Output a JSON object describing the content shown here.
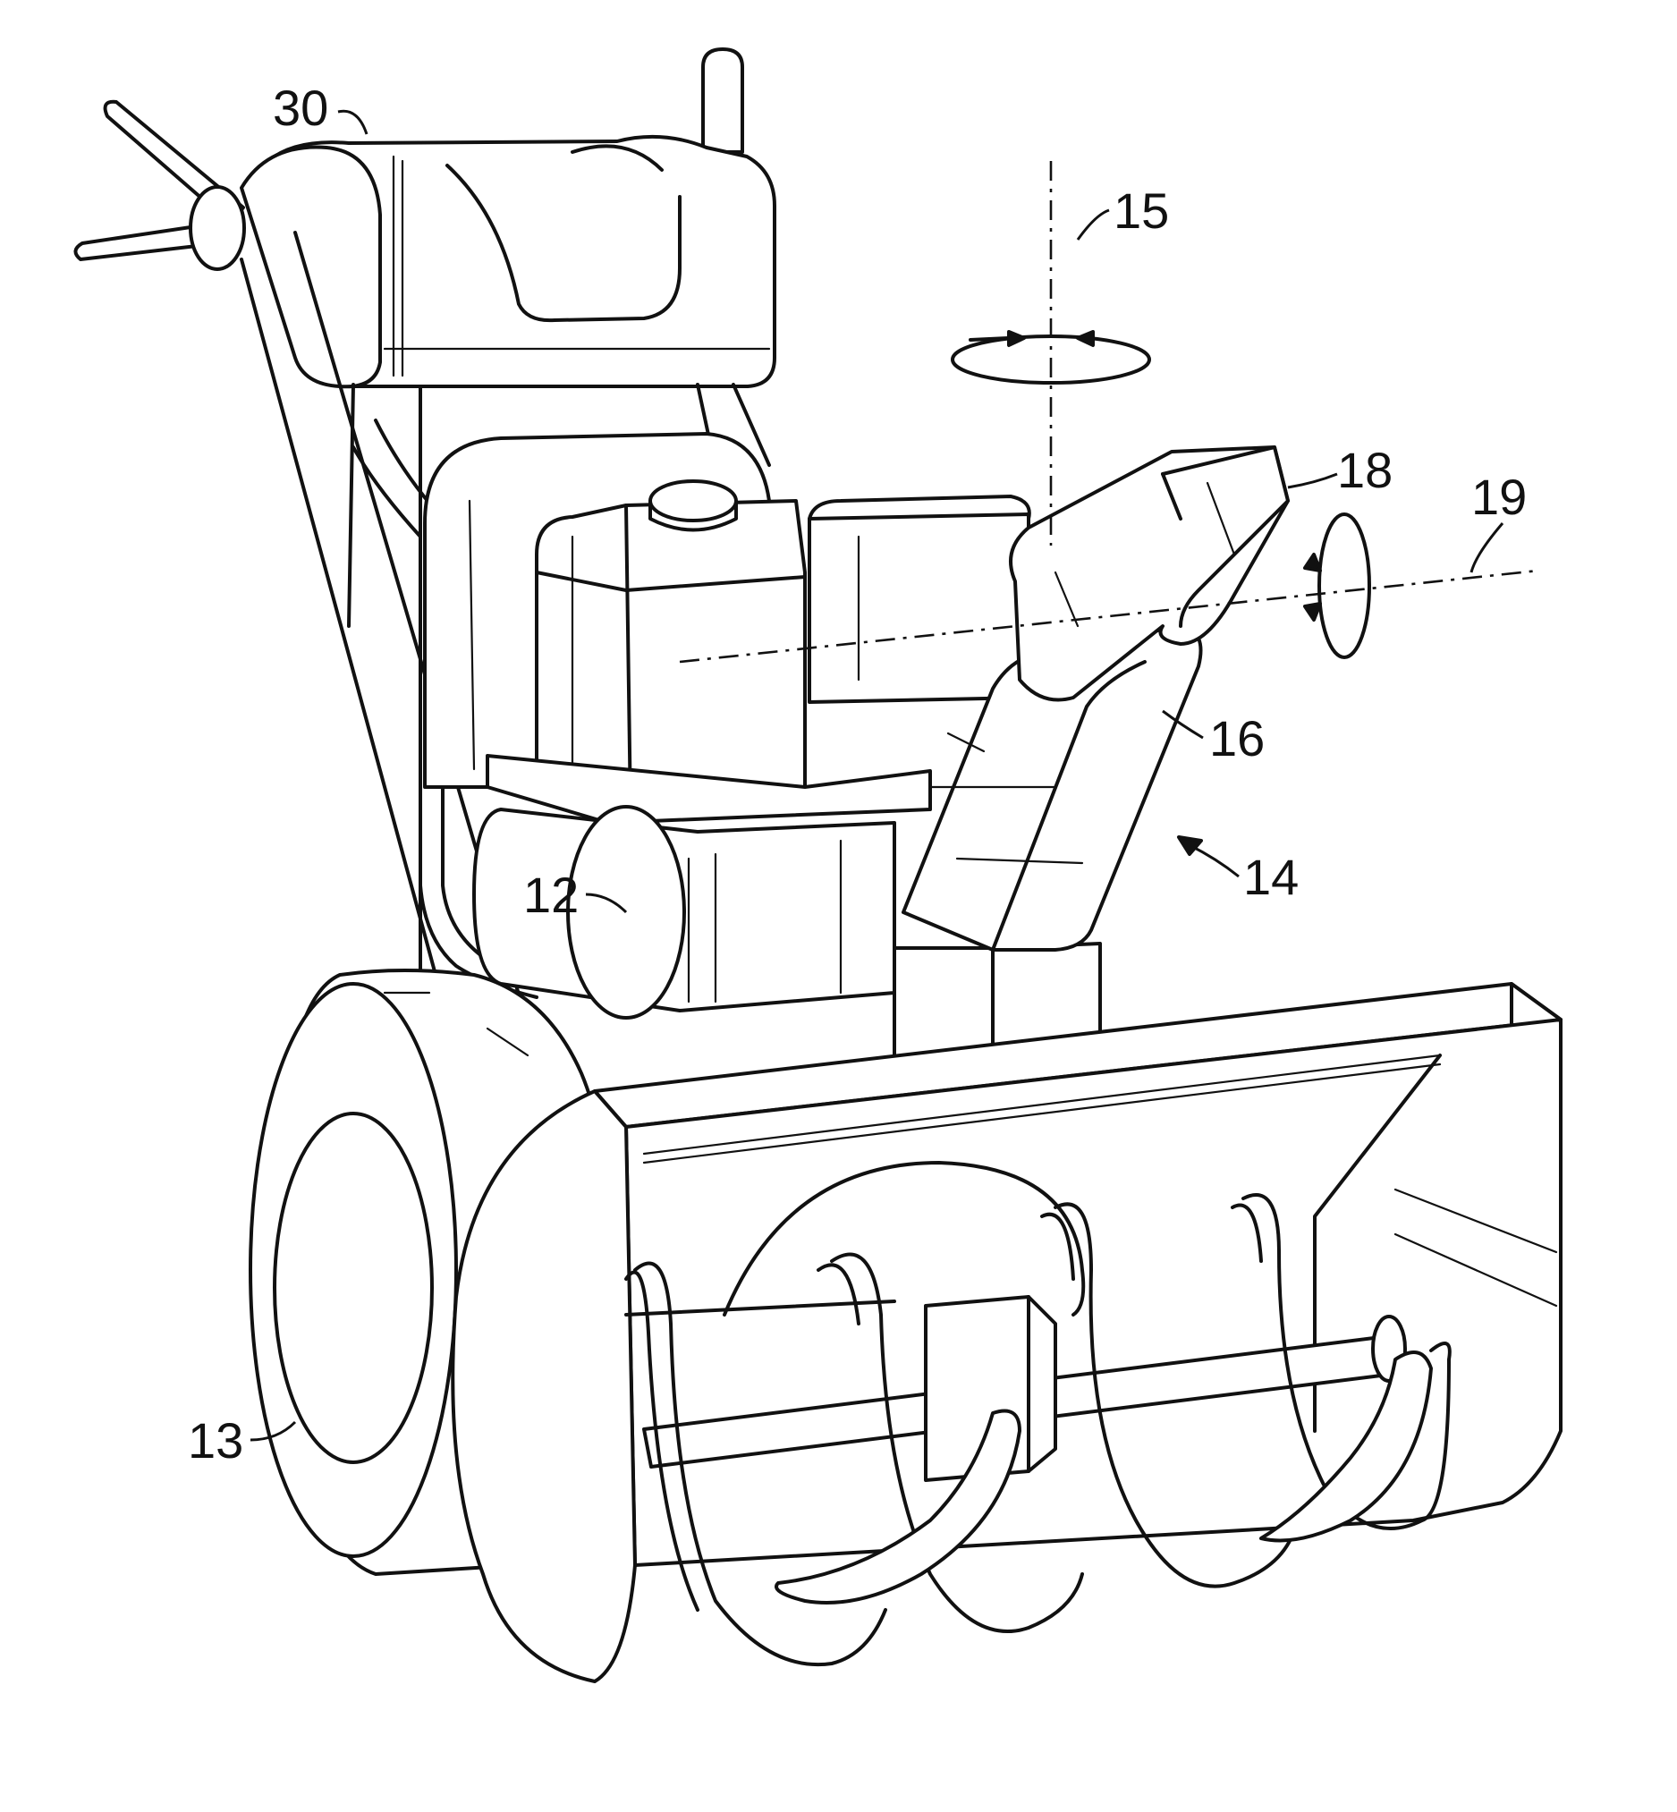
{
  "figure": {
    "reference_numerals": {
      "ref_30": "30",
      "ref_15": "15",
      "ref_18": "18",
      "ref_19": "19",
      "ref_16": "16",
      "ref_14": "14",
      "ref_12": "12",
      "ref_13": "13"
    },
    "line_color": "#111111",
    "background": "#ffffff"
  }
}
